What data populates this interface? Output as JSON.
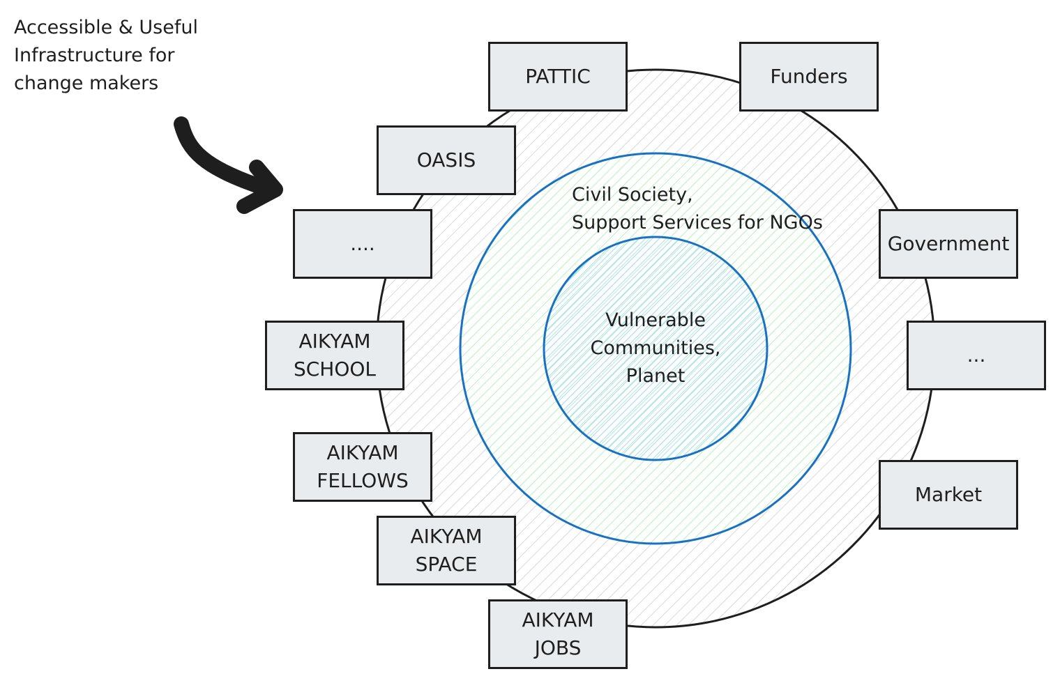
{
  "annotation": {
    "text": "Accessible & Useful\nInfrastructure for\nchange makers"
  },
  "rings": {
    "middle_label": "Civil Society,\nSupport Services for NGOs",
    "inner_label": "Vulnerable\nCommunities,\nPlanet"
  },
  "boxes": {
    "pattic": "PATTIC",
    "funders": "Funders",
    "oasis": "OASIS",
    "left_ellipsis": "....",
    "government": "Government",
    "right_ellipsis": "...",
    "aikyam_school": "AIKYAM\nSCHOOL",
    "aikyam_fellows": "AIKYAM\nFELLOWS",
    "aikyam_space": "AIKYAM\nSPACE",
    "aikyam_jobs": "AIKYAM\nJOBS",
    "market": "Market"
  },
  "colors": {
    "ring_outline_outer": "#1e1e1e",
    "ring_outline_inner": "#1971c2",
    "hatch_outer": "#cfcfcf",
    "hatch_middle": "#b2f2bb",
    "hatch_inner": "#a5d8ff",
    "box_fill": "#e9ecef",
    "text": "#1e1e1e"
  }
}
